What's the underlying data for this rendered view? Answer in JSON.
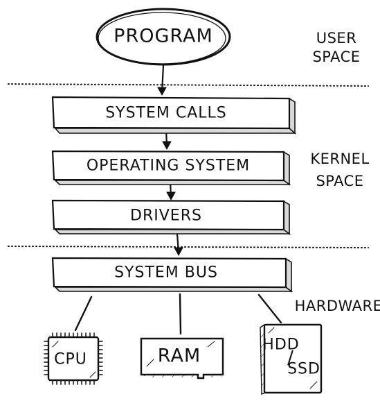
{
  "diagram": {
    "program": "PROGRAM",
    "zones": {
      "user_space": [
        "USER",
        "SPACE"
      ],
      "kernel_space": [
        "KERNEL",
        "SPACE"
      ],
      "hardware": "HARDWARE"
    },
    "layers": {
      "system_calls": "SYSTEM CALLS",
      "operating_system": "OPERATING SYSTEM",
      "drivers": "DRIVERS",
      "system_bus": "SYSTEM BUS"
    },
    "devices": {
      "cpu": "CPU",
      "ram": "RAM",
      "storage": [
        "HDD",
        "SSD"
      ],
      "storage_separator": "/"
    },
    "colors": {
      "ink": "#111111",
      "shadow": "#d9d9d9",
      "background": "#ffffff"
    }
  }
}
